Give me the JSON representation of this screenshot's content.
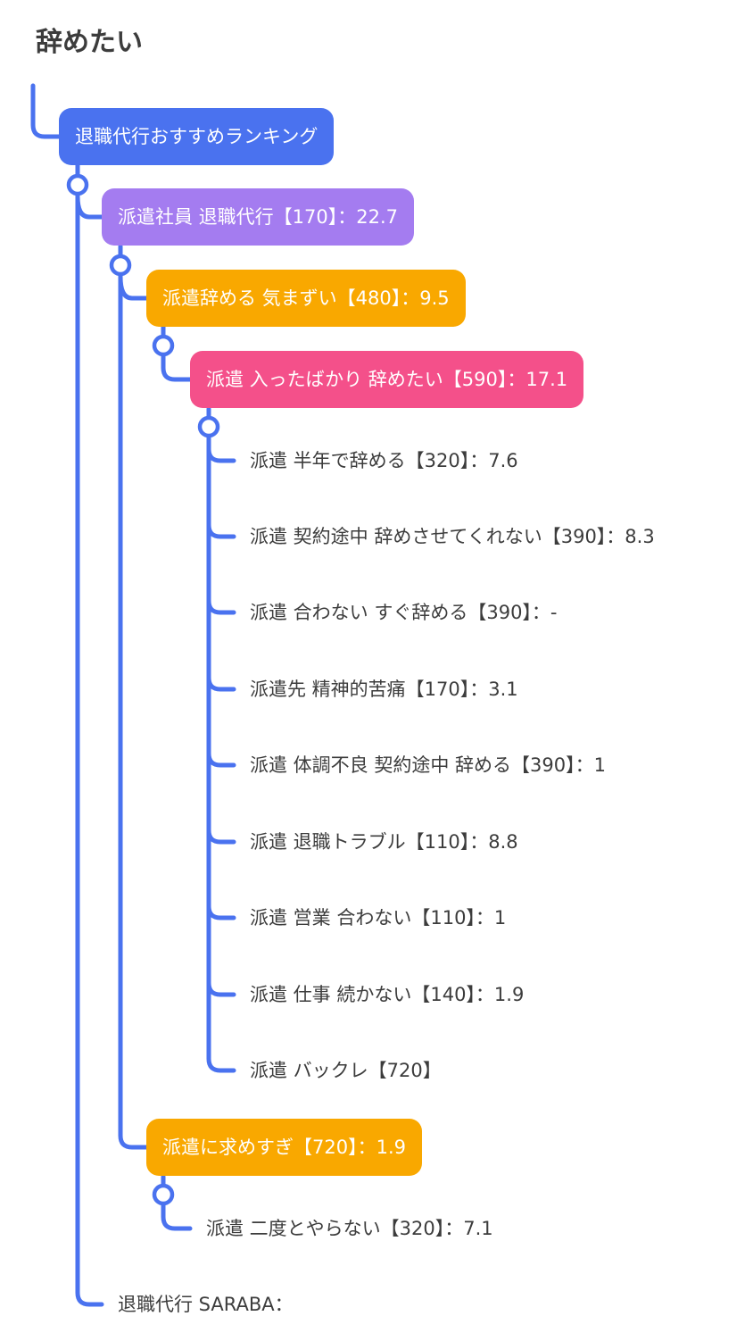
{
  "title": "辞めたい",
  "colors": {
    "line": "#4a72ef",
    "root": "#4a72ef",
    "level1": "#a47cf0",
    "level2": "#f9a800",
    "level3": "#f4508a",
    "text": "#3c3c3c"
  },
  "nodes": {
    "root": "退職代行おすすめランキング",
    "haken_shain": "派遣社員 退職代行【170】：22.7",
    "haken_yameru_kimazui": "派遣辞める 気まずい【480】：9.5",
    "haken_haitta_bakari": "派遣 入ったばかり 辞めたい【590】：17.1",
    "haken_motome_sugi": "派遣に求めすぎ【720】：1.9",
    "saraba": "退職代行 SARABA："
  },
  "leaves": [
    "派遣 半年で辞める【320】：7.6",
    "派遣 契約途中 辞めさせてくれない【390】：8.3",
    "派遣 合わない すぐ辞める【390】：-",
    "派遣先 精神的苦痛【170】：3.1",
    "派遣 体調不良 契約途中 辞める【390】：1",
    "派遣 退職トラブル【110】：8.8",
    "派遣 営業 合わない【110】：1",
    "派遣 仕事 続かない【140】：1.9",
    "派遣 バックレ【720】"
  ],
  "motome_sugi_children": [
    "派遣 二度とやらない【320】：7.1"
  ]
}
